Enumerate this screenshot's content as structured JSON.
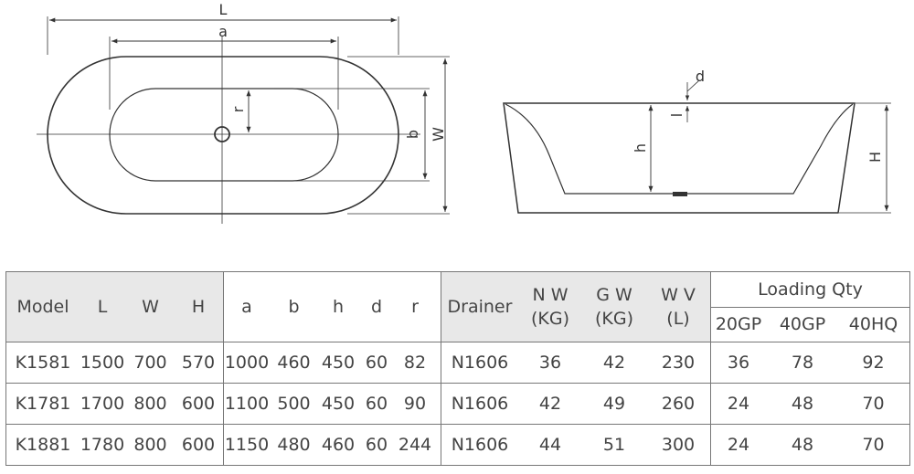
{
  "top_view": {
    "label_L": "L",
    "label_a": "a",
    "label_r": "r",
    "label_b": "b",
    "label_W": "W"
  },
  "side_view": {
    "label_d": "d",
    "label_l": "l",
    "label_h": "h",
    "label_H": "H"
  },
  "table": {
    "headers": {
      "model": "Model",
      "L": "L",
      "W": "W",
      "H": "H",
      "a": "a",
      "b": "b",
      "h": "h",
      "d": "d",
      "r": "r",
      "drainer": "Drainer",
      "nw_1": "N W",
      "nw_2": "(KG)",
      "gw_1": "G W",
      "gw_2": "(KG)",
      "wv_1": "W V",
      "wv_2": "(L)",
      "loading": "Loading Qty",
      "gp20": "20GP",
      "gp40": "40GP",
      "hq40": "40HQ"
    },
    "rows": [
      {
        "model": "K1581",
        "L": "1500",
        "W": "700",
        "H": "570",
        "a": "1000",
        "b": "460",
        "h": "450",
        "d": "60",
        "r": "82",
        "drainer": "N1606",
        "nw": "36",
        "gw": "42",
        "wv": "230",
        "gp20": "36",
        "gp40": "78",
        "hq40": "92"
      },
      {
        "model": "K1781",
        "L": "1700",
        "W": "800",
        "H": "600",
        "a": "1100",
        "b": "500",
        "h": "450",
        "d": "60",
        "r": "90",
        "drainer": "N1606",
        "nw": "42",
        "gw": "49",
        "wv": "260",
        "gp20": "24",
        "gp40": "48",
        "hq40": "70"
      },
      {
        "model": "K1881",
        "L": "1780",
        "W": "800",
        "H": "600",
        "a": "1150",
        "b": "480",
        "h": "460",
        "d": "60",
        "r": "244",
        "drainer": "N1606",
        "nw": "44",
        "gw": "51",
        "wv": "300",
        "gp20": "24",
        "gp40": "48",
        "hq40": "70"
      }
    ]
  }
}
